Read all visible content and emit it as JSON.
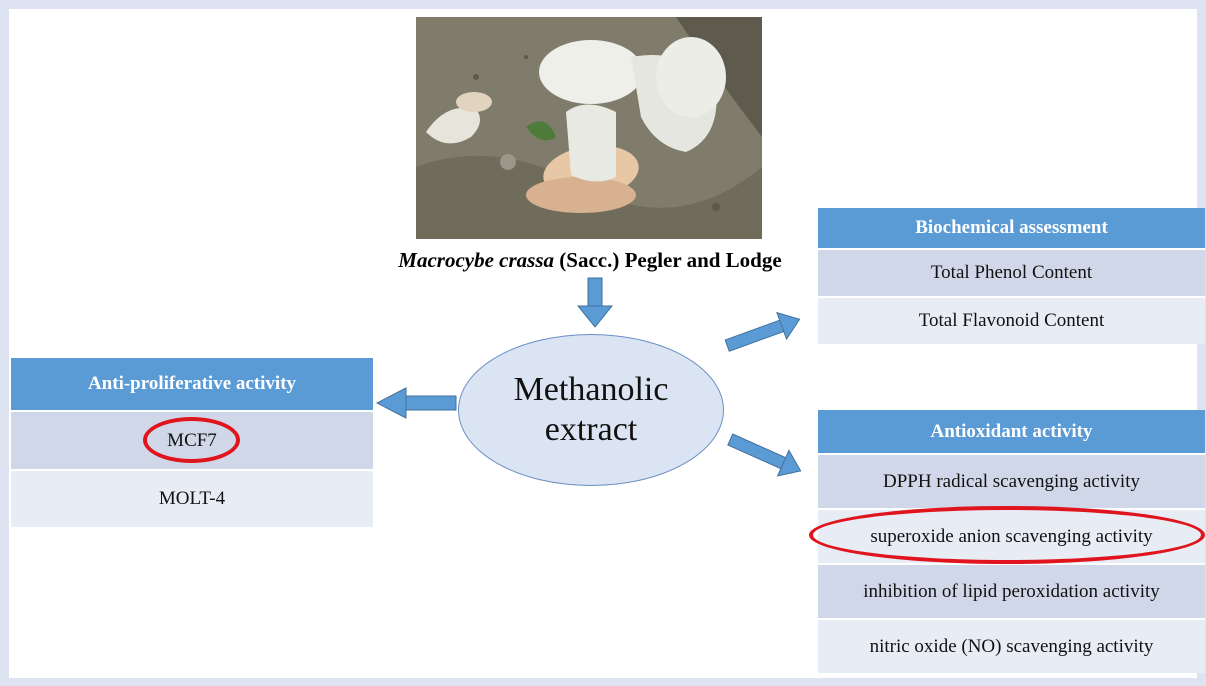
{
  "species": {
    "genus_species": "Macrocybe crassa",
    "authority": " (Sacc.) Pegler and Lodge"
  },
  "center": {
    "line1": "Methanolic",
    "line2": "extract"
  },
  "biochem": {
    "header": "Biochemical assessment",
    "rows": [
      "Total Phenol Content",
      "Total Flavonoid Content"
    ]
  },
  "antiox": {
    "header": "Antioxidant activity",
    "rows": [
      "DPPH radical scavenging activity",
      "superoxide anion scavenging activity",
      "inhibition of lipid peroxidation  activity",
      "nitric oxide (NO) scavenging activity"
    ]
  },
  "antiprolif": {
    "header": "Anti-proliferative activity",
    "rows": [
      "MCF7",
      "MOLT-4"
    ]
  },
  "highlighted": [
    "MCF7",
    "superoxide anion scavenging activity"
  ],
  "colors": {
    "header_blue": "#5b9bd5",
    "arrow_blue": "#5b9bd5",
    "highlight_red": "#e0141c",
    "row_dark": "#cfd7e8",
    "row_light": "#e8ecf5",
    "ellipse_fill": "#dbe4f2"
  }
}
